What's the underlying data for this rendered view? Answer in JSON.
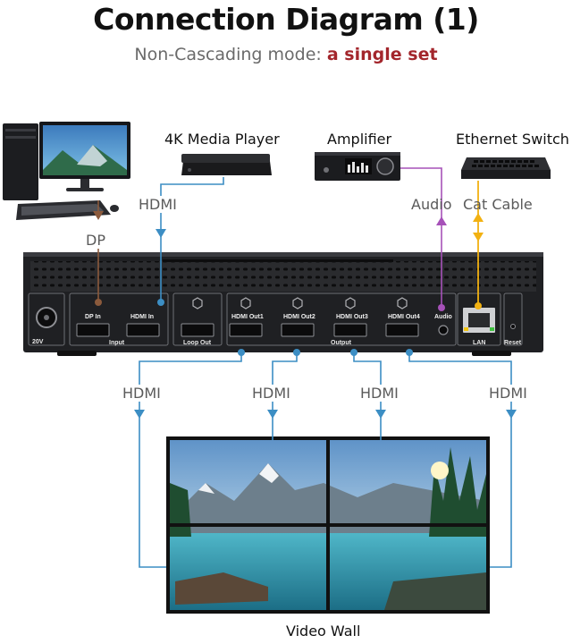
{
  "title": "Connection Diagram (1)",
  "subtitle": {
    "prefix": "Non-Cascading mode: ",
    "highlight": "a single set"
  },
  "colors": {
    "hdmi": "#3c8ec4",
    "dp": "#8b5a3c",
    "audio": "#a651b8",
    "cat": "#f2b111",
    "title": "#111111",
    "highlight": "#a3262c"
  },
  "devices": {
    "media_player": "4K Media Player",
    "amplifier": "Amplifier",
    "ethernet_switch": "Ethernet Switch",
    "video_wall": "Video Wall"
  },
  "connections": {
    "hdmi_in": "HDMI",
    "dp": "DP",
    "audio": "Audio",
    "cat": "Cat Cable",
    "out1": "HDMI",
    "out2": "HDMI",
    "out3": "HDMI",
    "out4": "HDMI"
  },
  "panel": {
    "power": "20V",
    "dp_in": "DP In",
    "hdmi_in": "HDMI In",
    "input_group": "Input",
    "loop_out": "Loop Out",
    "out1": "HDMI Out1",
    "out2": "HDMI Out2",
    "out3": "HDMI Out3",
    "out4": "HDMI Out4",
    "output_group": "Output",
    "audio": "Audio",
    "lan": "LAN",
    "reset": "Reset"
  }
}
